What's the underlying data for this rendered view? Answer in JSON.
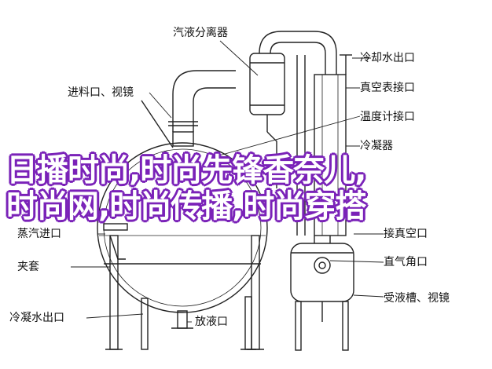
{
  "labels": {
    "separator": "汽液分离器",
    "cooling_outlet_top": "冷却水出口",
    "feed_sight": "进料口、视镜",
    "vacuum_gauge": "真空表接口",
    "thermometer": "温度计接口",
    "condenser": "冷凝器",
    "steam_inlet": "蒸汽进口",
    "jacket": "夹套",
    "vent": "接真空口",
    "straight_elbow": "直气角口",
    "receiver": "受液槽、视镜",
    "condensate_outlet": "冷凝水出口",
    "drain": "放液口"
  },
  "banner": {
    "line1": "日播时尚,时尚先锋香奈儿,",
    "line2": "时尚网,时尚传播,时尚穿搭",
    "fill_color": "#ffffff",
    "outline_color": "#7a22b8"
  },
  "colors": {
    "line": "#222222",
    "background": "#ffffff"
  }
}
